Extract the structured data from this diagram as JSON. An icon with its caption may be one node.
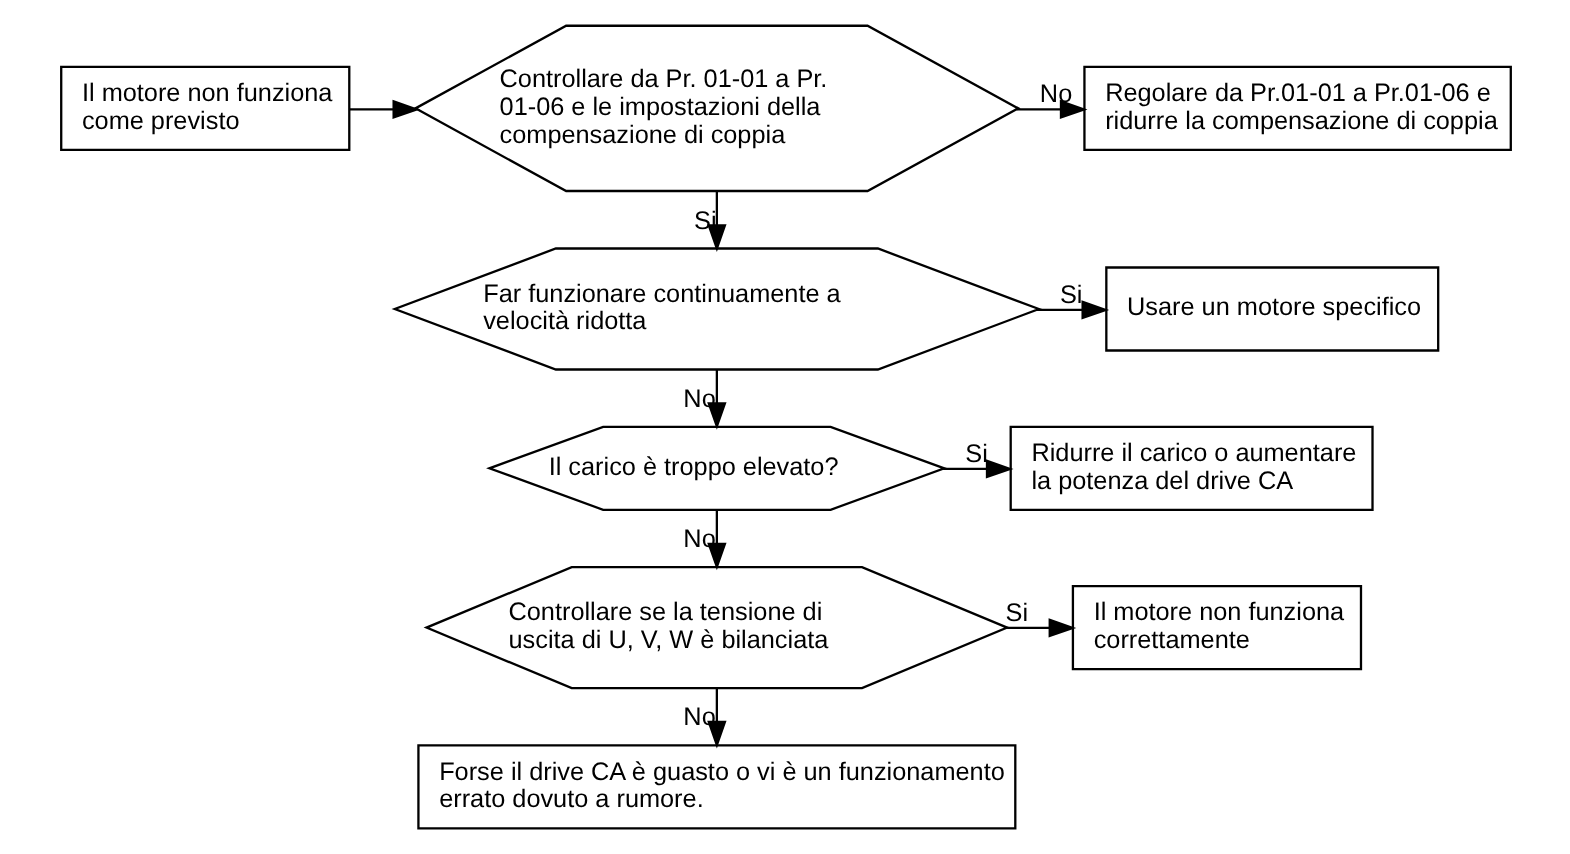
{
  "diagram": {
    "nodes": [
      {
        "text": [
          "Il motore non funziona come previsto"
        ]
      },
      {
        "text": [
          "Controllare da Pr. 01-01 a Pr. 01-06 e le impostazioni della compensazione di coppia"
        ]
      },
      {
        "text": [
          "Regolare da Pr.01-01 a Pr.01-06 e ridurre la compensazione di coppia"
        ]
      },
      {
        "text": [
          "Far funzionare continuamente a velocità ridotta"
        ]
      },
      {
        "text": [
          "Usare un motore specifico"
        ]
      },
      {
        "text": [
          "Il carico è troppo elevato?"
        ]
      },
      {
        "text": [
          "Ridurre il carico o aumentare la potenza del drive CA"
        ]
      },
      {
        "text": [
          "Controllare se la tensione di uscita di U, V, W è bilanciata"
        ]
      },
      {
        "text": [
          "Il motore non funziona correttamente"
        ]
      },
      {
        "text": [
          "Forse il drive CA è guasto o vi è un funzionamento errato dovuto a rumore."
        ]
      }
    ],
    "edges": [
      {
        "from": 0,
        "to": 1,
        "arrow": "to"
      },
      {
        "from": 1,
        "to": 2,
        "arrow": "to",
        "label": "No"
      },
      {
        "from": 1,
        "to": 3,
        "arrow": "to",
        "label": "Si"
      },
      {
        "from": 3,
        "to": 4,
        "arrow": "to",
        "label": "Si"
      },
      {
        "from": 3,
        "to": 5,
        "arrow": "to",
        "label": "No"
      },
      {
        "from": 5,
        "to": 6,
        "arrow": "to",
        "label": "Si"
      },
      {
        "from": 5,
        "to": 7,
        "arrow": "to",
        "label": "No"
      },
      {
        "from": 7,
        "to": 8,
        "arrow": "to",
        "label": "Si"
      },
      {
        "from": 7,
        "to": 9,
        "arrow": "to",
        "label": "No"
      }
    ]
  }
}
